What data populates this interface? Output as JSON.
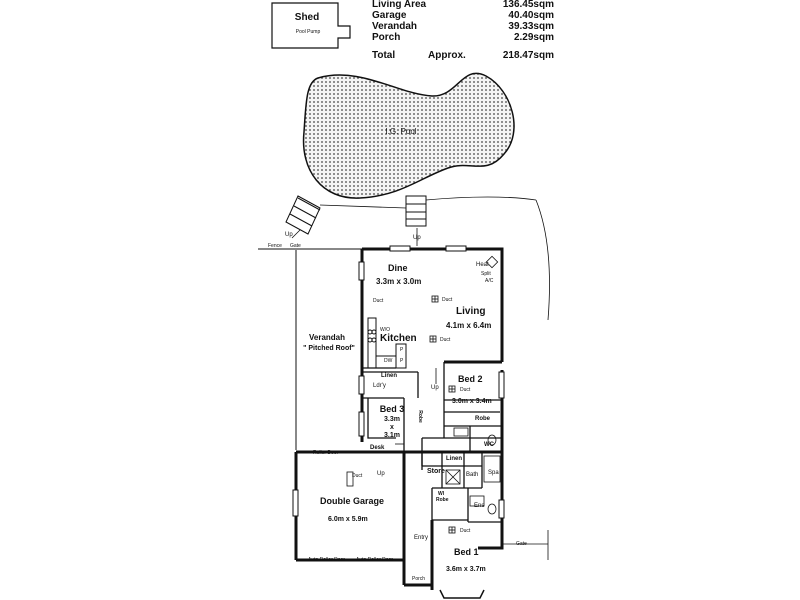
{
  "areas": [
    {
      "name": "Living Area",
      "value": "136.45sqm"
    },
    {
      "name": "Garage",
      "value": "40.40sqm"
    },
    {
      "name": "Verandah",
      "value": "39.33sqm"
    },
    {
      "name": "Porch",
      "value": "2.29sqm"
    }
  ],
  "total": {
    "name": "Total",
    "approx": "Approx.",
    "value": "218.47sqm"
  },
  "outside": {
    "shed": "Shed",
    "pool_pump": "Pool Pump",
    "pool": "I.G. Pool",
    "up_left": "Up",
    "up_center": "Up",
    "fence": "Fence",
    "gate_top": "Gate",
    "gate_right": "Gate"
  },
  "rooms": {
    "dine": {
      "name": "Dine",
      "dims": "3.3m x 3.0m"
    },
    "heat": "Heat",
    "split_ac_1": "Split",
    "split_ac_2": "A/C",
    "duct_1": "Duct",
    "duct_2": "Duct",
    "duct_3": "Duct",
    "duct_4": "Duct",
    "duct_5": "Duct",
    "duct_6": "Duct",
    "living": {
      "name": "Living",
      "dims": "4.1m x 6.4m"
    },
    "verandah": {
      "name": "Verandah",
      "note": "\" Pitched Roof\""
    },
    "kitchen": "Kitchen",
    "wo": "W/O",
    "dw": "DW",
    "pantry_1": "P",
    "pantry_2": "P",
    "linen_1": "Linen",
    "lndry": "Ldr'y",
    "up_hall": "Up",
    "bed2": {
      "name": "Bed 2",
      "dims": "3.0m x 3.4m"
    },
    "robe_bed2": "Robe",
    "bed3": {
      "name": "Bed 3",
      "dim_a": "3.3m",
      "dim_x": "x",
      "dim_b": "3.1m"
    },
    "robe_bed3": "Robe",
    "desk": "Desk",
    "wc": "WC",
    "linen_2": "Linen",
    "store": "Store",
    "bath": "Bath",
    "spa": "Spa",
    "roller_door_top": "Roller Door",
    "up_garage": "Up",
    "double_garage": {
      "name": "Double Garage",
      "dims": "6.0m x 5.9m"
    },
    "wi_robe_1": "WI",
    "wi_robe_2": "Robe",
    "ens": "Ens",
    "entry": "Entry",
    "bed1": {
      "name": "Bed 1",
      "dims": "3.6m x 3.7m"
    },
    "auto_roller_1": "Auto Roller Door",
    "auto_roller_2": "Auto Roller Door",
    "porch": "Porch"
  }
}
